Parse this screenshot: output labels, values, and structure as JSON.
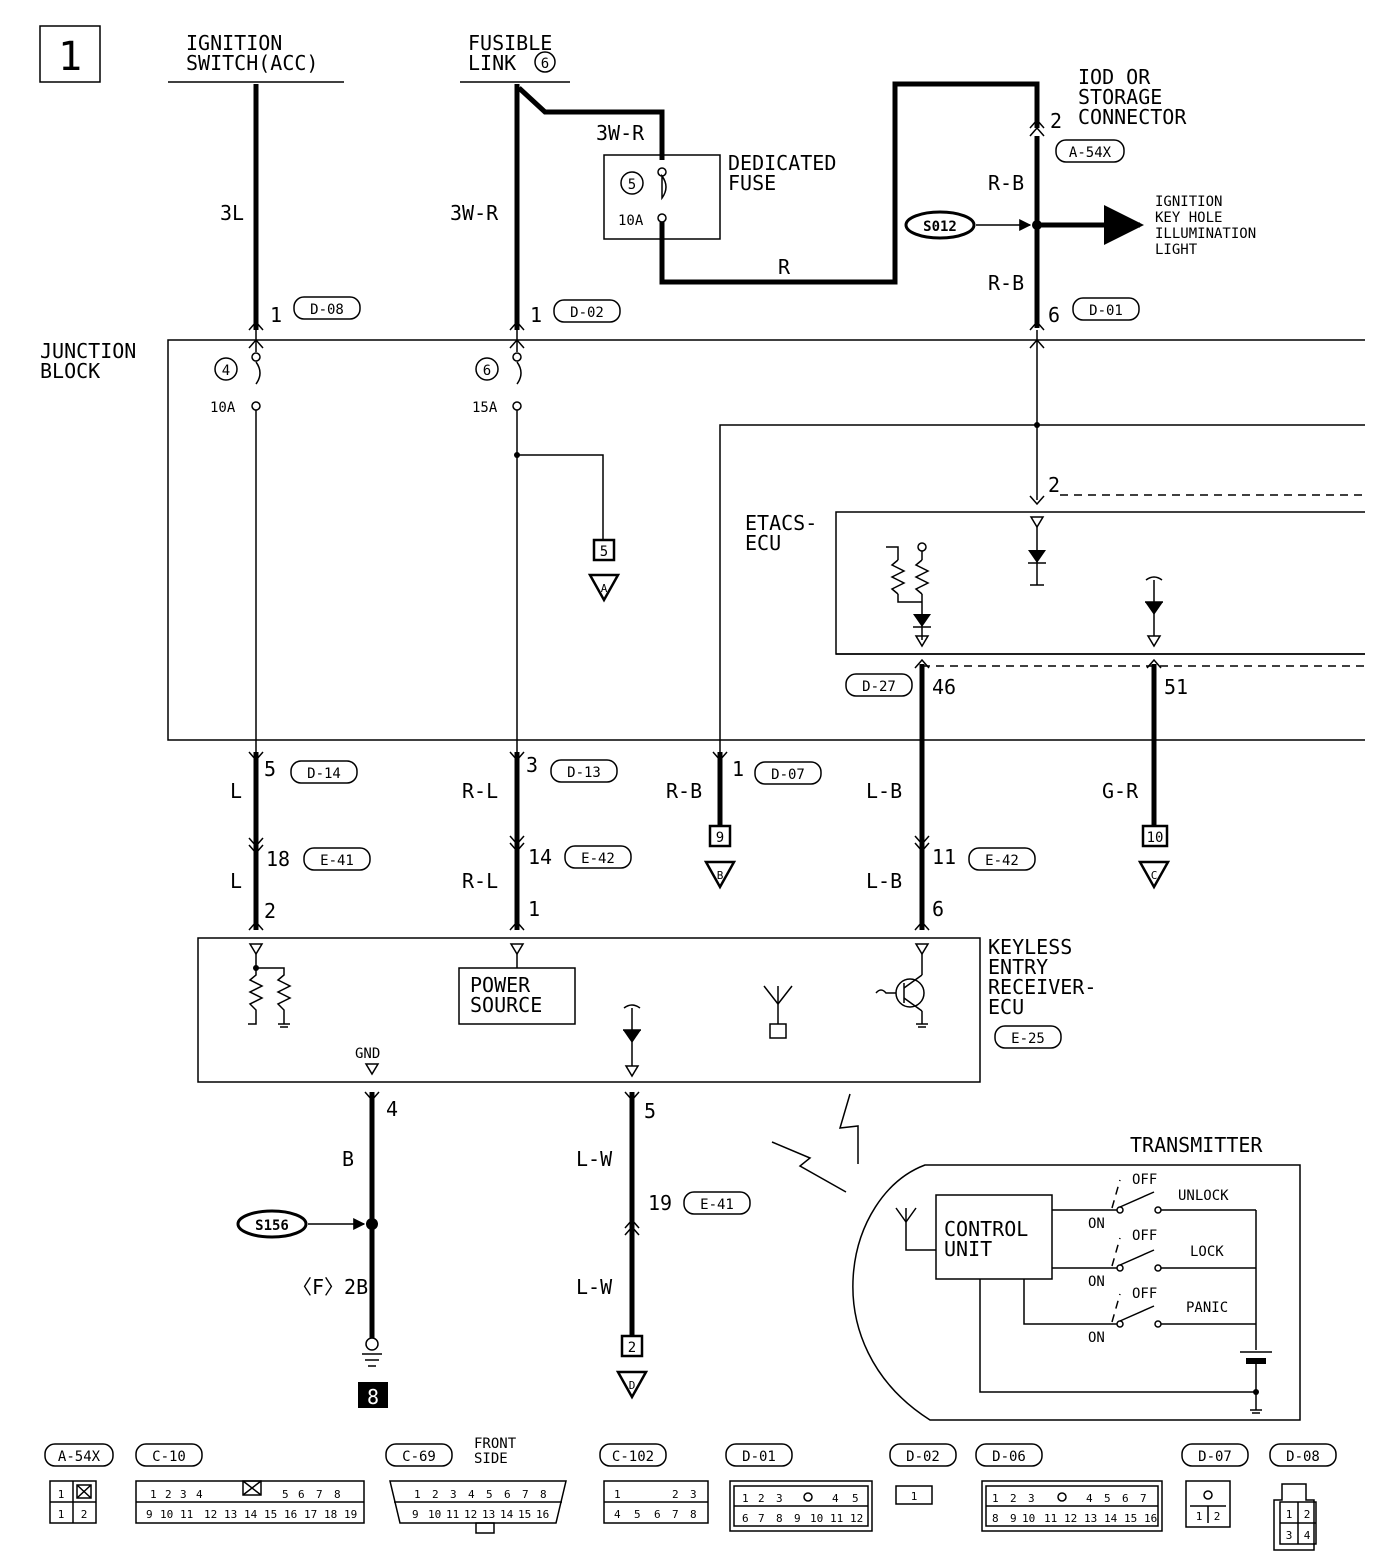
{
  "page_number": "1",
  "sources": {
    "ignition_switch": "IGNITION\nSWITCH(ACC)",
    "fusible_link": "FUSIBLE\nLINK",
    "fusible_link_no": "6",
    "iod_connector": "IOD OR\nSTORAGE\nCONNECTOR",
    "iod_pin": "2",
    "iod_conn": "A-54X",
    "dedicated_fuse": "DEDICATED\nFUSE",
    "dedicated_fuse_no": "5",
    "dedicated_fuse_amp": "10A",
    "ignition_key_light": "IGNITION\nKEY HOLE\nILLUMINATION\nLIGHT",
    "splice_top": "S012",
    "splice_bottom": "S156"
  },
  "wires": {
    "w_3L": "3L",
    "w_3WR_a": "3W-R",
    "w_3WR_b": "3W-R",
    "w_R": "R",
    "w_RB_a": "R-B",
    "w_RB_b": "R-B",
    "w_L_a": "L",
    "w_L_b": "L",
    "w_RL_a": "R-L",
    "w_RL_b": "R-L",
    "w_RB_c": "R-B",
    "w_LB_a": "L-B",
    "w_LB_b": "L-B",
    "w_GR": "G-R",
    "w_B": "B",
    "w_F2B": "〈F〉2B",
    "w_LW_a": "L-W",
    "w_LW_b": "L-W"
  },
  "junction_block": {
    "label": "JUNCTION\nBLOCK",
    "fuse4_no": "4",
    "fuse4_amp": "10A",
    "fuse6_no": "6",
    "fuse6_amp": "15A",
    "pin_in1": "1",
    "conn_in1": "D-08",
    "pin_in2": "1",
    "conn_in2": "D-02",
    "pin_in3": "6",
    "conn_in3": "D-01",
    "pin_out1": "5",
    "conn_out1": "D-14",
    "pin_out2": "3",
    "conn_out2": "D-13",
    "pin_out3": "1",
    "conn_out3": "D-07",
    "ref5": "5",
    "refA": "A"
  },
  "etacs": {
    "label": "ETACS-\nECU",
    "pin_in": "2",
    "conn": "D-27",
    "pin46": "46",
    "pin51": "51"
  },
  "mid_conns": {
    "pin18": "18",
    "conn18": "E-41",
    "pin14": "14",
    "conn14": "E-42",
    "pin11": "11",
    "conn11": "E-42",
    "ref9": "9",
    "refB": "B",
    "ref10": "10",
    "refC": "C"
  },
  "receiver": {
    "label": "KEYLESS\nENTRY\nRECEIVER-\nECU",
    "conn": "E-25",
    "pin2": "2",
    "pin1": "1",
    "pin6": "6",
    "power_source": "POWER\nSOURCE",
    "gnd": "GND",
    "pin4": "4",
    "pin5": "5"
  },
  "lower": {
    "pin19": "19",
    "conn19": "E-41",
    "ref2": "2",
    "refD": "D",
    "ground_ref": "8"
  },
  "transmitter": {
    "title": "TRANSMITTER",
    "control_unit": "CONTROL\nUNIT",
    "unlock": "UNLOCK",
    "lock": "LOCK",
    "panic": "PANIC",
    "off": "OFF",
    "on": "ON"
  },
  "connector_views": {
    "a54x": "A-54X",
    "c10": "C-10",
    "c69": "C-69",
    "front_side": "FRONT\nSIDE",
    "c102": "C-102",
    "d01": "D-01",
    "d02": "D-02",
    "d06": "D-06",
    "d07": "D-07",
    "d08": "D-08"
  }
}
